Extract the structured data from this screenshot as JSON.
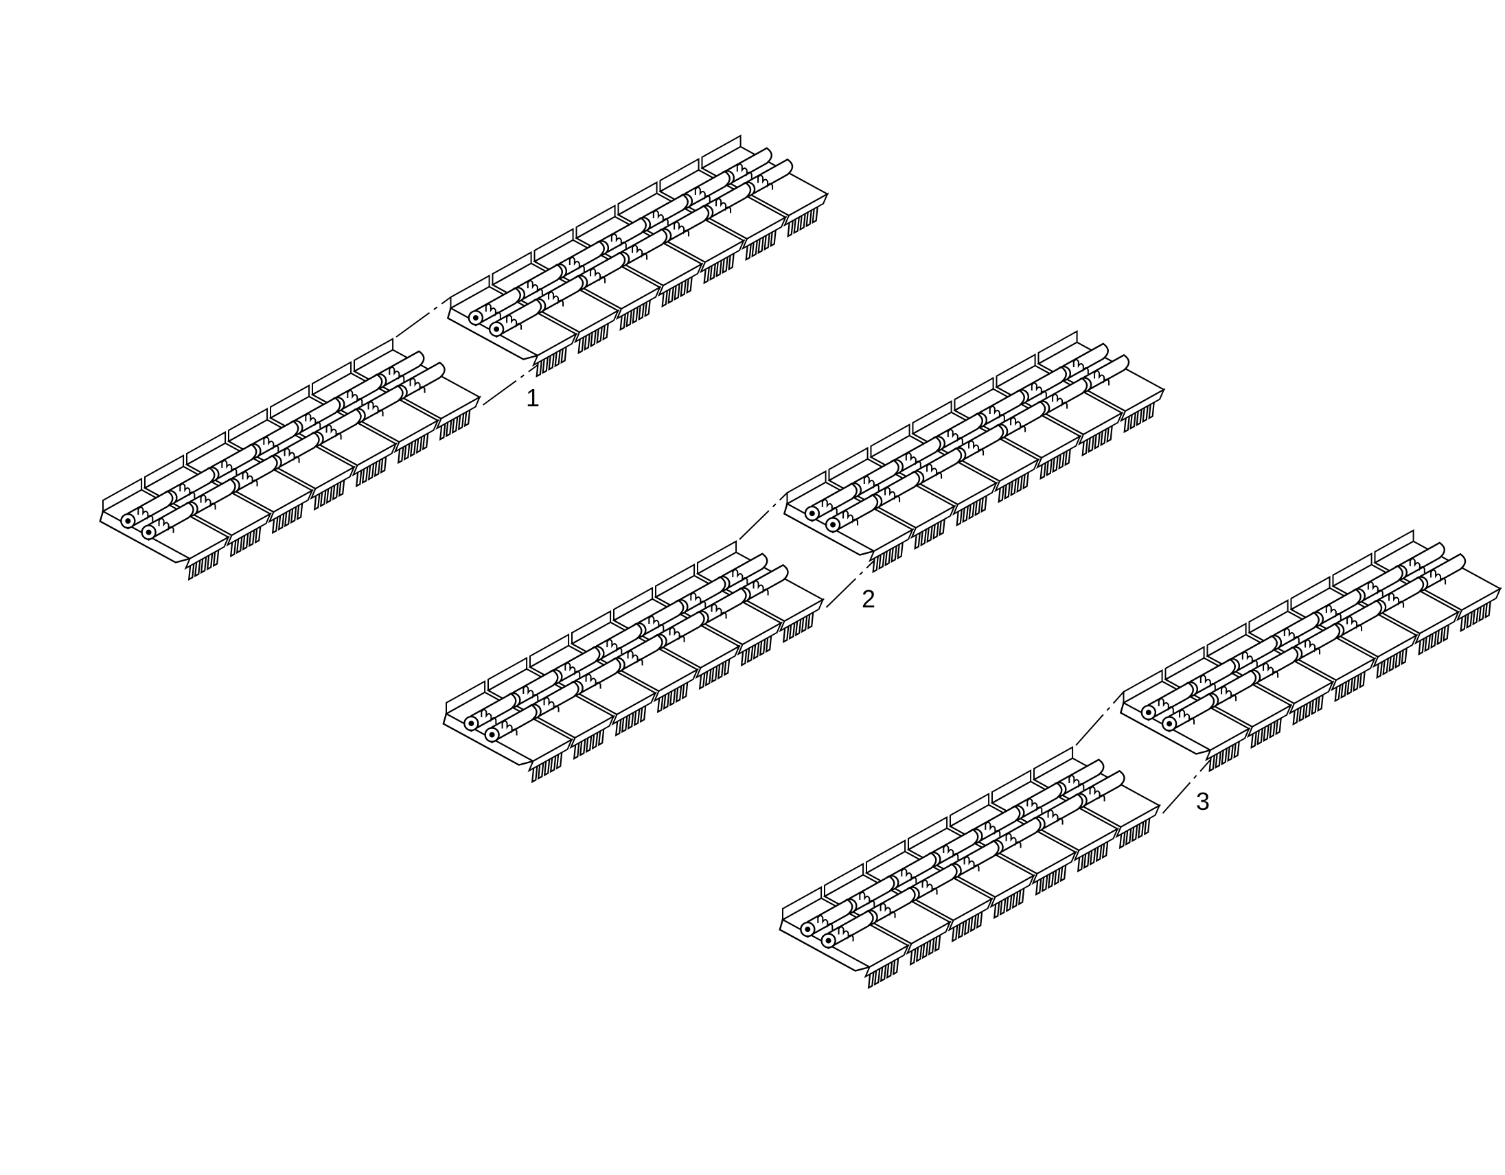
{
  "figure": {
    "background_color": "#ffffff",
    "line_color": "#000000",
    "tracks": [
      {
        "label": "1",
        "links_per_end": 7
      },
      {
        "label": "2",
        "links_per_end": 7
      },
      {
        "label": "3",
        "links_per_end": 7
      }
    ]
  }
}
